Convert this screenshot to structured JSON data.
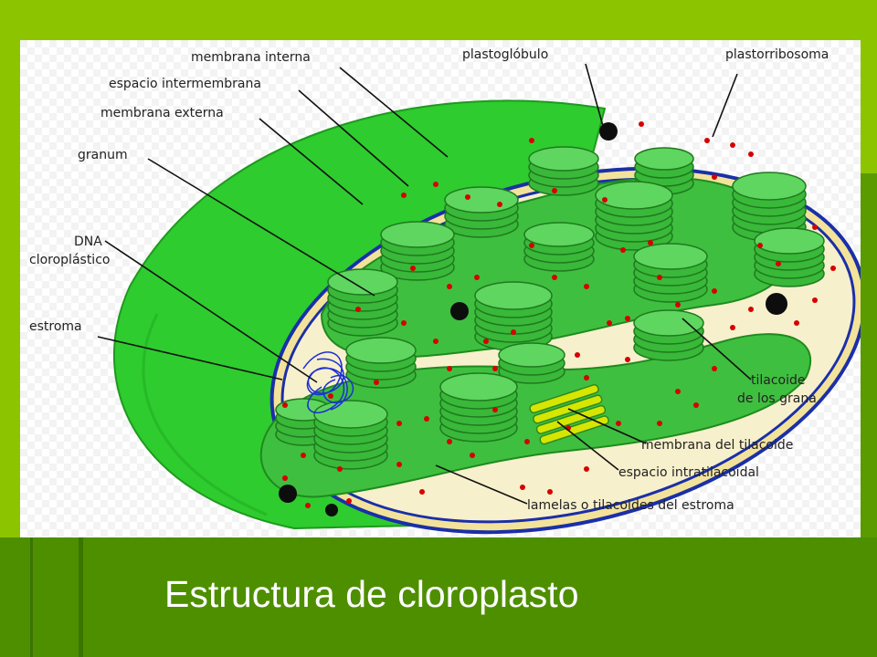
{
  "slide": {
    "title": "Estructura de cloroplasto",
    "colors": {
      "background_top": "#8dc400",
      "background_bottom": "#4e8f00",
      "outer_membrane": "#2ecc2e",
      "grana": "#3fbf3f",
      "stroma_fill": "#f7f0cc",
      "membrane_line": "#1a2fa8",
      "ribosome": "#d60000",
      "dna": "#1c2fd6",
      "intrathylakoid": "#d6e600",
      "label_text": "#222222",
      "title_text": "#ffffff"
    }
  },
  "labels": {
    "membrana_interna": "membrana interna",
    "espacio_intermembrana": "espacio intermembrana",
    "membrana_externa": "membrana externa",
    "granum": "granum",
    "dna_line1": "DNA",
    "dna_line2": "cloroplástico",
    "estroma": "estroma",
    "plastoglobulo": "plastoglóbulo",
    "plastorribosoma": "plastorribosoma",
    "tilacoide_line1": "tilacoide",
    "tilacoide_line2": "de los grana",
    "membrana_tilacoide": "membrana del tilacoide",
    "espacio_intratilacoidal": "espacio intratilacoidal",
    "lamelas": "lamelas o tilacoides del estroma"
  },
  "icons": {
    "background": "slide-background-shape",
    "chloroplast": "chloroplast-illustration"
  }
}
